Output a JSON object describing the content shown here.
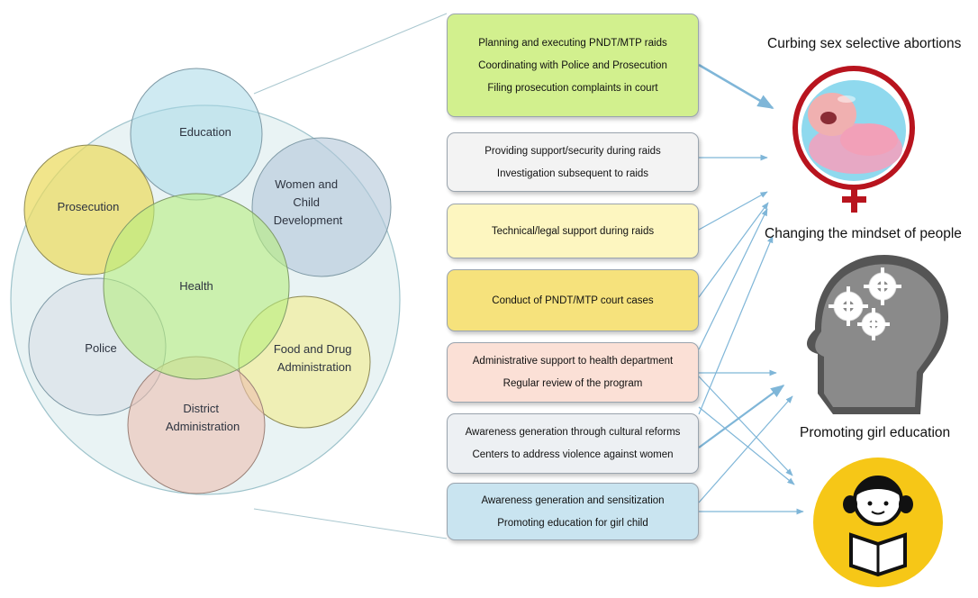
{
  "circles": [
    {
      "key": "education",
      "label_lines": [
        "Education"
      ],
      "fill": "#a8d8e8"
    },
    {
      "key": "women_child",
      "label_lines": [
        "Women and",
        "Child",
        "Development"
      ],
      "fill": "#b3c7d9"
    },
    {
      "key": "prosecution",
      "label_lines": [
        "Prosecution"
      ],
      "fill": "#ecdb5e"
    },
    {
      "key": "police",
      "label_lines": [
        "Police"
      ],
      "fill": "#d9e0e6"
    },
    {
      "key": "food_drug",
      "label_lines": [
        "Food and Drug",
        "Administration"
      ],
      "fill": "#f3ec8a"
    },
    {
      "key": "district",
      "label_lines": [
        "District",
        "Administration"
      ],
      "fill": "#edc0b0"
    },
    {
      "key": "health",
      "label_lines": [
        "Health"
      ],
      "fill": "#b8ef7e"
    }
  ],
  "roles": [
    {
      "key": "health",
      "lines": [
        "Planning and executing PNDT/MTP raids",
        "Coordinating with Police and Prosecution",
        "Filing prosecution complaints in court"
      ],
      "fill": "#d2f08e"
    },
    {
      "key": "police",
      "lines": [
        "Providing support/security during raids",
        "Investigation subsequent to raids"
      ],
      "fill": "#f3f3f3"
    },
    {
      "key": "food_drug",
      "lines": [
        "Technical/legal support during raids"
      ],
      "fill": "#fdf6c0"
    },
    {
      "key": "prosecution",
      "lines": [
        "Conduct of PNDT/MTP court cases"
      ],
      "fill": "#f6e27c"
    },
    {
      "key": "district",
      "lines": [
        "Administrative support to health department",
        "Regular review of the program"
      ],
      "fill": "#fbe0d6"
    },
    {
      "key": "women_child",
      "lines": [
        "Awareness generation through cultural reforms",
        "Centers to address violence against women"
      ],
      "fill": "#edf0f3"
    },
    {
      "key": "education",
      "lines": [
        "Awareness generation and sensitization",
        "Promoting education for girl child"
      ],
      "fill": "#c9e4f0"
    }
  ],
  "outcomes": [
    {
      "key": "abortions",
      "title": "Curbing sex selective abortions",
      "icon": "crying-baby-icon"
    },
    {
      "key": "mindset",
      "title": "Changing the mindset of people",
      "icon": "head-gears-icon"
    },
    {
      "key": "education",
      "title": "Promoting girl education",
      "icon": "girl-reading-icon"
    }
  ],
  "colors": {
    "arrow": "#7fb6d8",
    "outer_circle": "#e9f3f4"
  }
}
